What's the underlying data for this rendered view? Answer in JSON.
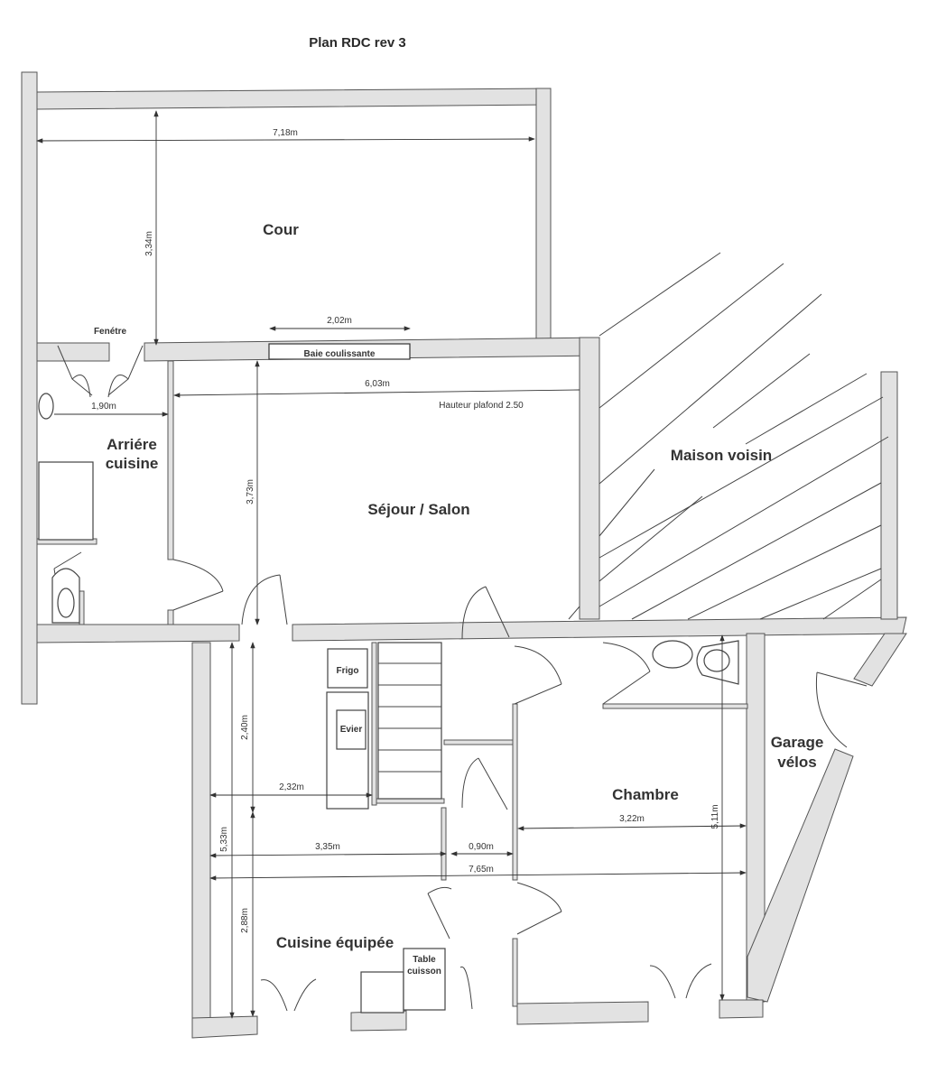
{
  "title": "Plan RDC rev 3",
  "rooms": {
    "cour": "Cour",
    "arriere_cuisine_line1": "Arriére",
    "arriere_cuisine_line2": "cuisine",
    "sejour": "Séjour / Salon",
    "maison_voisin": "Maison voisin",
    "chambre": "Chambre",
    "garage_line1": "Garage",
    "garage_line2": "vélos",
    "cuisine": "Cuisine équipée"
  },
  "labels": {
    "fenetre": "Fenétre",
    "baie": "Baie coulissante",
    "hauteur": "Hauteur plafond 2.50",
    "frigo": "Frigo",
    "evier": "Evier",
    "table_line1": "Table",
    "table_line2": "cuisson"
  },
  "dimensions": {
    "cour_width": "7,18m",
    "cour_depth": "3,34m",
    "baie_width": "2,02m",
    "sejour_width": "6,03m",
    "arriere_width": "1,90m",
    "sejour_depth": "3,73m",
    "kitchen_upper": "2,40m",
    "kitchen_counter": "2,32m",
    "kitchen_total": "5,33m",
    "kitchen_lower": "2,88m",
    "kitchen_width": "3,35m",
    "passage": "0,90m",
    "total_width": "7,65m",
    "chambre_width": "3,22m",
    "chambre_depth": "5,11m"
  }
}
